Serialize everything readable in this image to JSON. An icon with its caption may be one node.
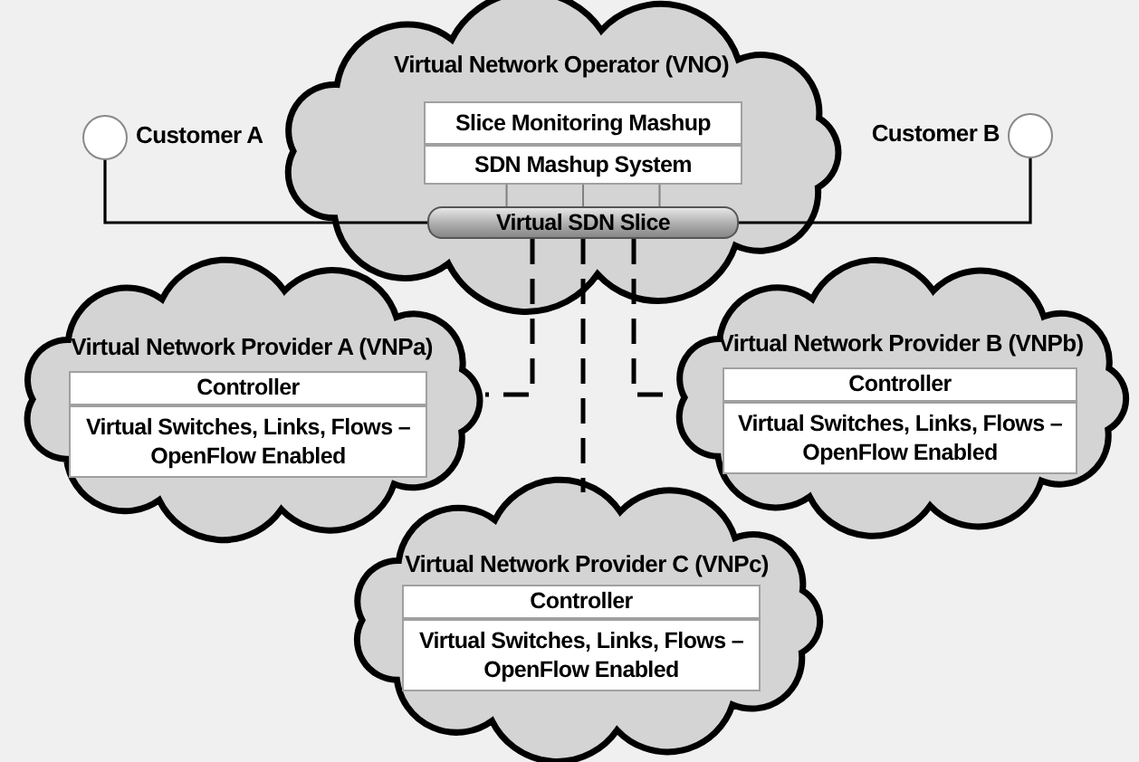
{
  "diagram": {
    "nodes": [
      {
        "text": [
          "Virtual Network Operator (VNO)"
        ]
      },
      {
        "text": [
          "Slice Monitoring Mashup"
        ],
        "in": 0
      },
      {
        "text": [
          "SDN Mashup System"
        ],
        "in": 0
      },
      {
        "text": [
          "Virtual SDN Slice"
        ],
        "in": 0
      },
      {
        "text": [
          "Customer A"
        ]
      },
      {
        "text": [
          "Customer B"
        ]
      },
      {
        "text": [
          "Virtual Network Provider A (VNPa)"
        ]
      },
      {
        "text": [
          "Controller"
        ],
        "in": 6
      },
      {
        "text": [
          "Virtual Switches, Links, Flows – OpenFlow Enabled"
        ],
        "in": 6
      },
      {
        "text": [
          "Virtual Network Provider B (VNPb)"
        ]
      },
      {
        "text": [
          "Controller"
        ],
        "in": 9
      },
      {
        "text": [
          "Virtual Switches, Links, Flows – OpenFlow Enabled"
        ],
        "in": 9
      },
      {
        "text": [
          "Virtual Network Provider C (VNPc)"
        ]
      },
      {
        "text": [
          "Controller"
        ],
        "in": 12
      },
      {
        "text": [
          "Virtual Switches, Links, Flows – OpenFlow Enabled"
        ],
        "in": 12
      }
    ],
    "edges": [
      {
        "from": 4,
        "to": 3,
        "arrow": "none"
      },
      {
        "from": 5,
        "to": 3,
        "arrow": "none"
      },
      {
        "from": 2,
        "to": 3,
        "arrow": "none",
        "color": "#808080"
      },
      {
        "from": 2,
        "to": 3,
        "arrow": "none",
        "color": "#808080"
      },
      {
        "from": 2,
        "to": 3,
        "arrow": "none",
        "color": "#808080"
      },
      {
        "from": 3,
        "to": 6,
        "arrow": "none",
        "style": "dashed"
      },
      {
        "from": 3,
        "to": 12,
        "arrow": "none",
        "style": "dashed"
      },
      {
        "from": 3,
        "to": 9,
        "arrow": "none",
        "style": "dashed"
      }
    ]
  }
}
